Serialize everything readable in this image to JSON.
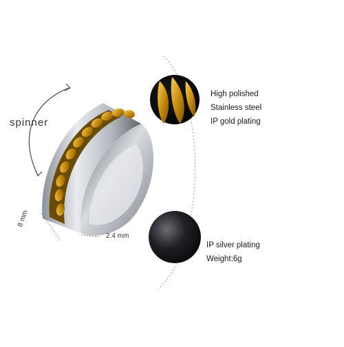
{
  "annotations": {
    "spin_label": "spinner",
    "width": "8 mm",
    "thickness": "2.4 mm"
  },
  "features_top": [
    "High polished",
    "Stainless steel",
    "IP gold plating"
  ],
  "features_bottom": [
    "IP silver plating",
    "Weight:6g"
  ],
  "colors": {
    "gold": "#d9a420",
    "gold_dark": "#8a5c08",
    "steel": "#c9ccd1",
    "steel_dark": "#6f747c",
    "black_swatch": "#1c1d21"
  }
}
